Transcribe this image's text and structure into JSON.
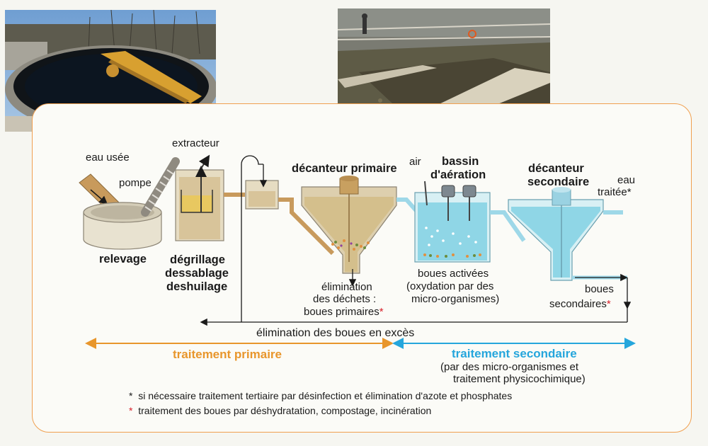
{
  "labels": {
    "eau_usee": "eau usée",
    "pompe": "pompe",
    "extracteur": "extracteur",
    "relevage": "relevage",
    "degrillage": "dégrillage",
    "dessablage": "dessablage",
    "deshuilage": "deshuilage",
    "decanteur_primaire": "décanteur primaire",
    "air": "air",
    "bassin_line1": "bassin",
    "bassin_line2": "d'aération",
    "decanteur_sec_line1": "décanteur",
    "decanteur_sec_line2": "secondaire",
    "eau_traitee_line1": "eau",
    "eau_traitee_line2": "traitée*",
    "elimination_line1": "élimination",
    "elimination_line2": "des déchets :",
    "elimination_line3": "boues primaires",
    "star": "*",
    "boues_activees_line1": "boues activées",
    "boues_activees_line2": "(oxydation par des",
    "boues_activees_line3": "micro-organismes)",
    "boues_sec_line1": "boues",
    "boues_sec_line2": "secondaires",
    "elimination_boues": "élimination des boues en excès",
    "traitement_primaire": "traitement primaire",
    "traitement_secondaire": "traitement secondaire",
    "ts_sub_line1": "(par des micro-organismes et",
    "ts_sub_line2": "traitement physicochimique)"
  },
  "notes": {
    "note1_star": "*",
    "note1": "si nécessaire traitement tertiaire par désinfection et élimination d'azote et phosphates",
    "note2_star": "*",
    "note2": "traitement des boues par déshydratation, compostage, incinération"
  },
  "colors": {
    "orange": "#e8962c",
    "blue": "#25a6dc",
    "red": "#d8202a",
    "brown_pipe": "#c89a5c",
    "blue_pipe": "#9ed8e8",
    "water": "#8fd6e6"
  }
}
